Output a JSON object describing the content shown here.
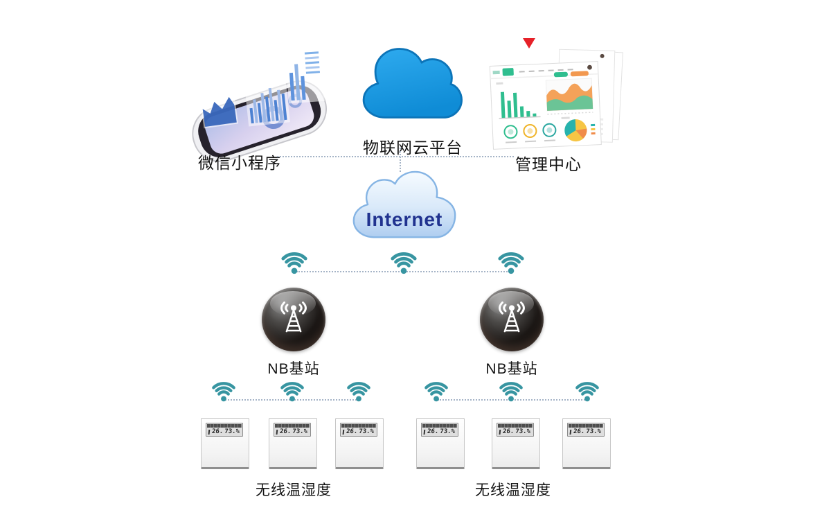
{
  "nodes": {
    "wechat_mini_program": {
      "label": "微信小程序"
    },
    "iot_cloud_platform": {
      "label": "物联网云平台"
    },
    "management_center": {
      "label": "管理中心"
    },
    "internet": {
      "label": "Internet"
    },
    "nb_station_left": {
      "label": "NB基站"
    },
    "nb_station_right": {
      "label": "NB基站"
    },
    "sensor_group_left": {
      "label": "无线温湿度"
    },
    "sensor_group_right": {
      "label": "无线温湿度"
    }
  },
  "sensor_lcd": {
    "temperature": "26.",
    "humidity": "73.%"
  },
  "colors": {
    "wifi_teal": "#3795A1",
    "iot_cloud_fill": "#18A0E8",
    "iot_cloud_stroke": "#0C74B8",
    "internet_cloud_fill": "#C7DEF5",
    "internet_cloud_stroke": "#85B4E4",
    "internet_text": "#20328F",
    "dotted_line": "#A4B3C6",
    "marker_red": "#E62129",
    "dashboard_green": "#2FBE8F",
    "dashboard_orange": "#F2984F",
    "label_text": "#141414"
  }
}
